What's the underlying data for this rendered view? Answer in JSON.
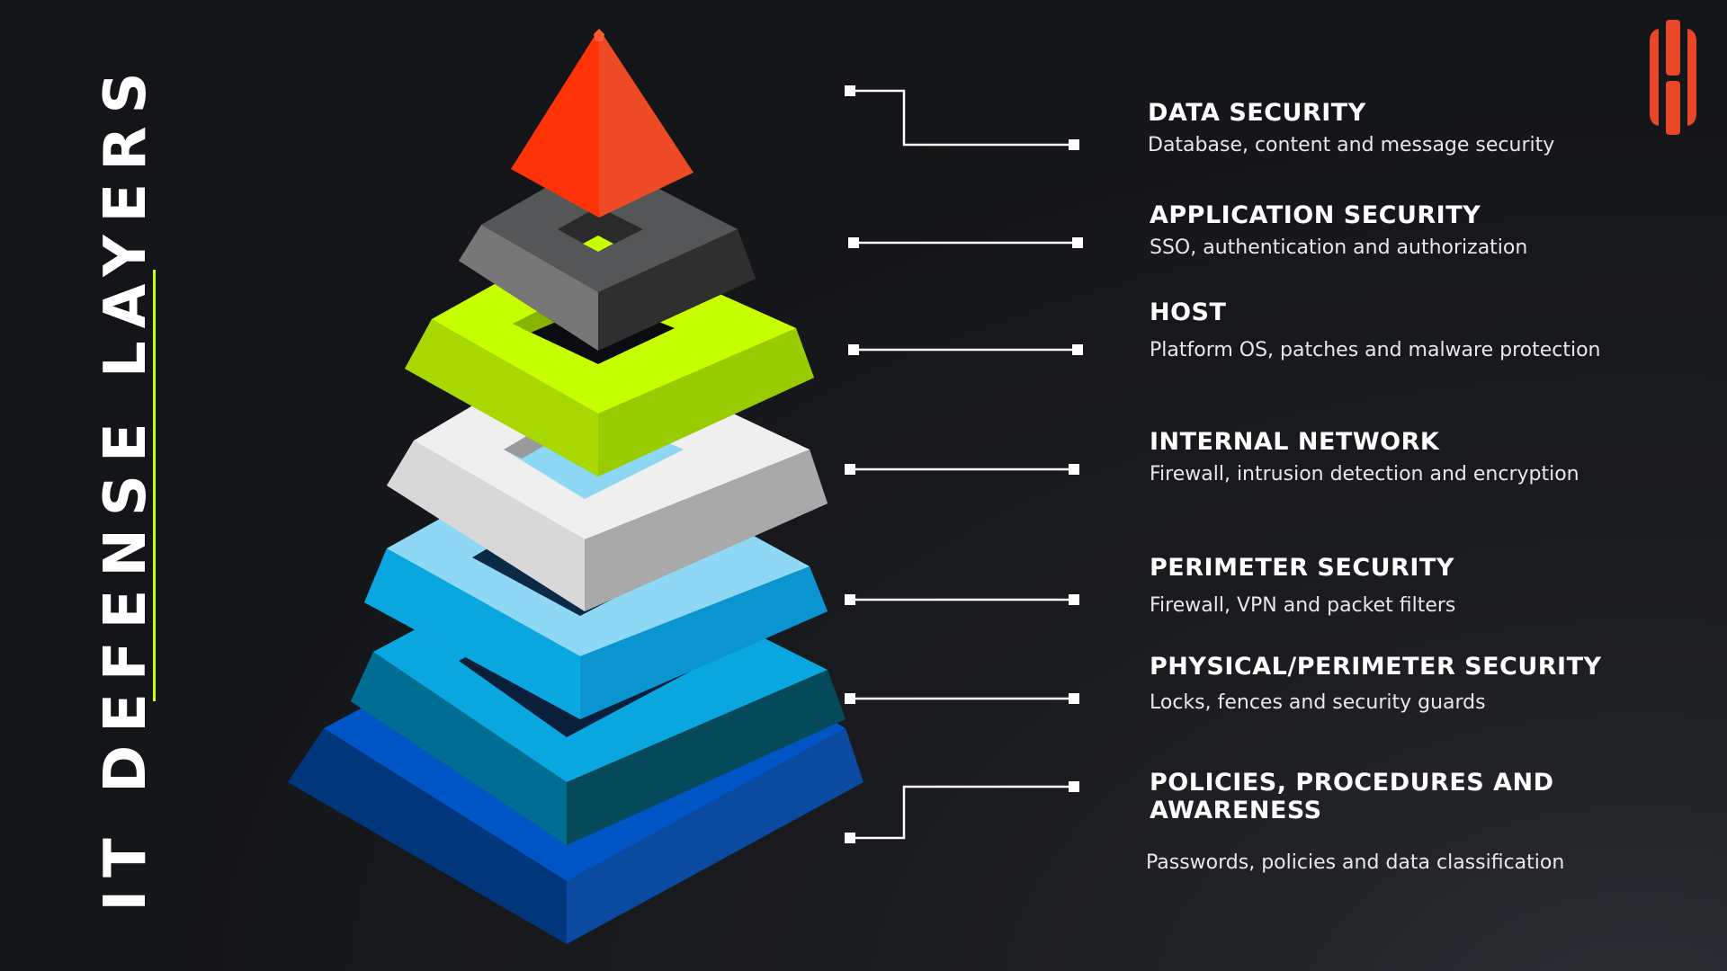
{
  "title": "IT DEFENSE LAYERS",
  "logo_icon": "brand-logo-icon",
  "colors": {
    "background": "#141518",
    "accent_line": "#c6ff00",
    "logo": "#e8472a",
    "connector": "#ffffff"
  },
  "layers": [
    {
      "title": "DATA SECURITY",
      "description": "Database, content and message security",
      "color": "#ff3d1a"
    },
    {
      "title": "APPLICATION SECURITY",
      "description": "SSO, authentication and authorization",
      "color": "#5a5b5c"
    },
    {
      "title": "HOST",
      "description": "Platform OS, patches and malware protection",
      "color": "#b8f000"
    },
    {
      "title": "INTERNAL NETWORK",
      "description": "Firewall, intrusion detection and encryption",
      "color": "#e6e6e6"
    },
    {
      "title": "PERIMETER SECURITY",
      "description": "Firewall, VPN and packet filters",
      "color": "#8fd8f5"
    },
    {
      "title": "PHYSICAL/PERIMETER SECURITY",
      "description": "Locks, fences and security guards",
      "color": "#0aa6e0"
    },
    {
      "title": "POLICIES, PROCEDURES AND AWARENESS",
      "description": "Passwords, policies and data classification",
      "color": "#0058c8"
    }
  ]
}
